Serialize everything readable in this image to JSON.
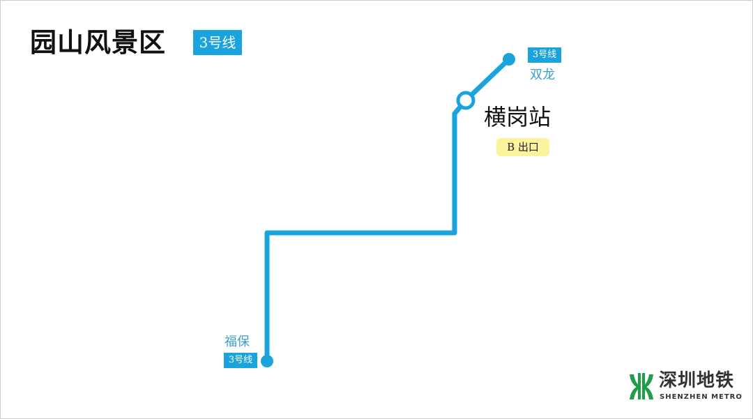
{
  "title": "园山风景区",
  "line_label": "3号线",
  "line_color": "#1aa3dc",
  "station": {
    "name": "横岗站",
    "exit": "B 出口"
  },
  "directions": [
    {
      "name": "双龙",
      "line": "3号线"
    },
    {
      "name": "福保",
      "line": "3号线"
    }
  ],
  "logo": {
    "cn": "深圳地铁",
    "en": "SHENZHEN METRO"
  }
}
